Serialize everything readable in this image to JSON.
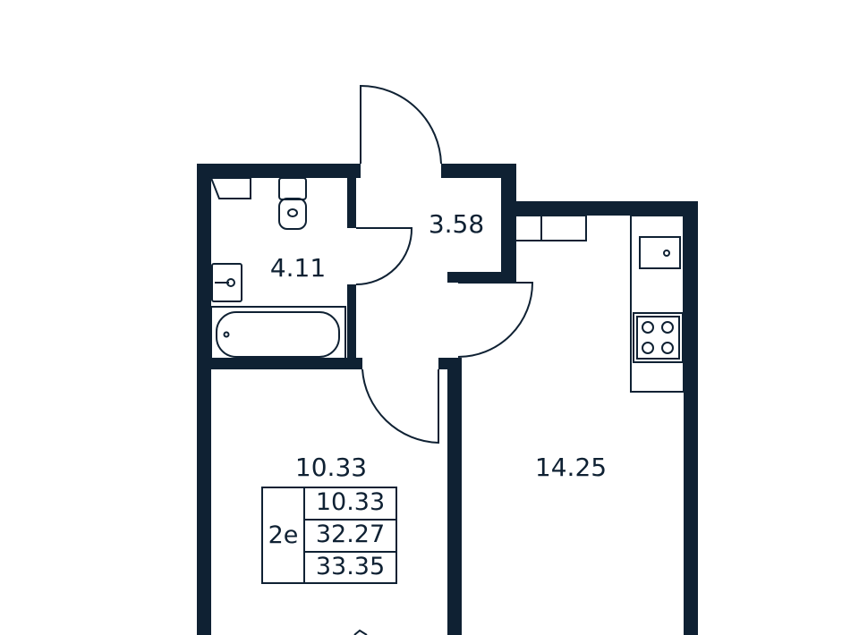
{
  "colors": {
    "wall": "#0f2133",
    "background": "#ffffff"
  },
  "rooms": {
    "bathroom": "4.11",
    "hallway": "3.58",
    "bedroom": "10.33",
    "kitchen_living": "14.25"
  },
  "summary_table": {
    "type_code": "2e",
    "living_area": "10.33",
    "total_area": "32.27",
    "total_with_balcony": "33.35"
  }
}
